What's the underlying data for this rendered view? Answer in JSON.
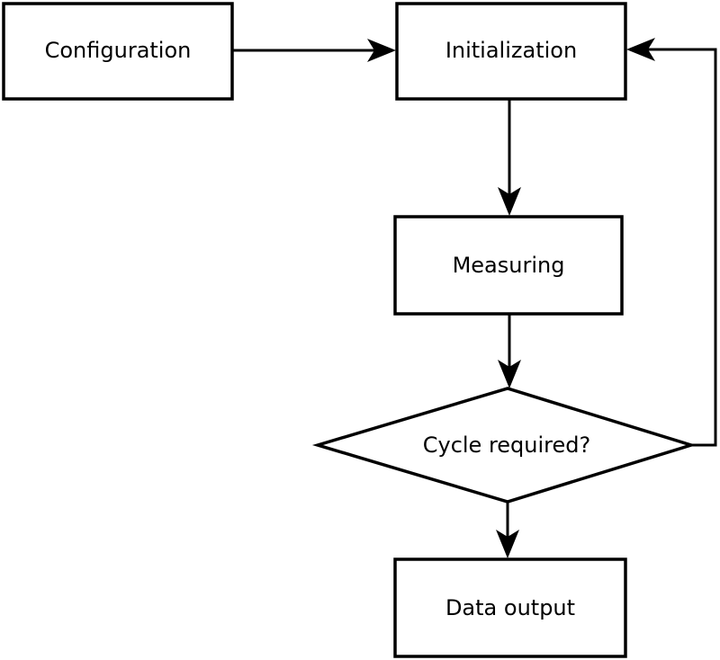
{
  "diagram_type": "flowchart",
  "colors": {
    "background": "#ffffff",
    "stroke": "#000000",
    "node_fill": "#ffffff",
    "text": "#000000"
  },
  "nodes": {
    "configuration": {
      "label": "Configuration",
      "shape": "rectangle"
    },
    "initialization": {
      "label": "Initialization",
      "shape": "rectangle"
    },
    "measuring": {
      "label": "Measuring",
      "shape": "rectangle"
    },
    "cycle_required": {
      "label": "Cycle required?",
      "shape": "diamond"
    },
    "data_output": {
      "label": "Data output",
      "shape": "rectangle"
    }
  },
  "edges": [
    {
      "from": "configuration",
      "to": "initialization",
      "kind": "straight"
    },
    {
      "from": "initialization",
      "to": "measuring",
      "kind": "straight"
    },
    {
      "from": "measuring",
      "to": "cycle_required",
      "kind": "straight"
    },
    {
      "from": "cycle_required",
      "to": "data_output",
      "kind": "straight"
    },
    {
      "from": "cycle_required",
      "to": "initialization",
      "kind": "feedback-loop"
    }
  ]
}
